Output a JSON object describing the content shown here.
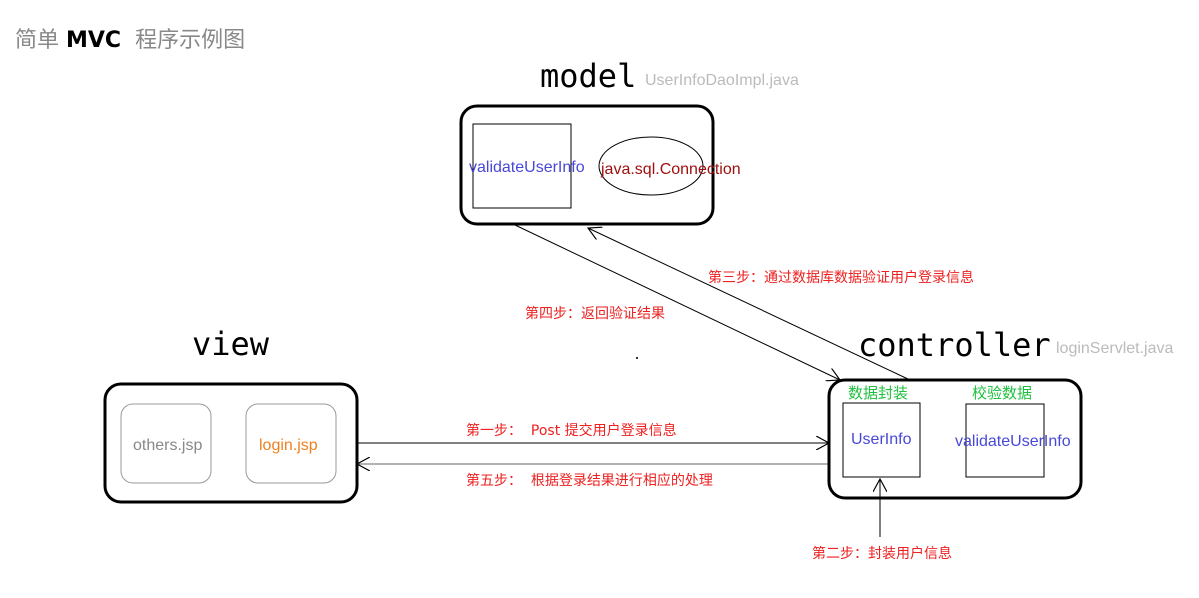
{
  "title": {
    "prefix": "简单 ",
    "bold": "MVC",
    "suffix": "  程序示例图"
  },
  "model": {
    "label": "model",
    "file": "UserInfoDaoImpl.java",
    "method": "validateUserInfo",
    "connection": "java.sql.Connection"
  },
  "view": {
    "label": "view",
    "pages": [
      "others.jsp",
      "login.jsp"
    ]
  },
  "controller": {
    "label": "controller",
    "file": "loginServlet.java",
    "section1": "数据封装",
    "section2": "校验数据",
    "bean": "UserInfo",
    "method": "validateUserInfo"
  },
  "steps": {
    "step1": "第一步：  Post 提交用户登录信息",
    "step2": "第二步：封装用户信息",
    "step3": "第三步：通过数据库数据验证用户登录信息",
    "step4": "第四步：返回验证结果",
    "step5": "第五步：  根据登录结果进行相应的处理"
  },
  "colors": {
    "step_text": "#ee2020",
    "section_text": "#20c040",
    "method_text": "#4848d8",
    "connection_text": "#a01010",
    "login_jsp": "#f08020",
    "muted": "#999999"
  }
}
